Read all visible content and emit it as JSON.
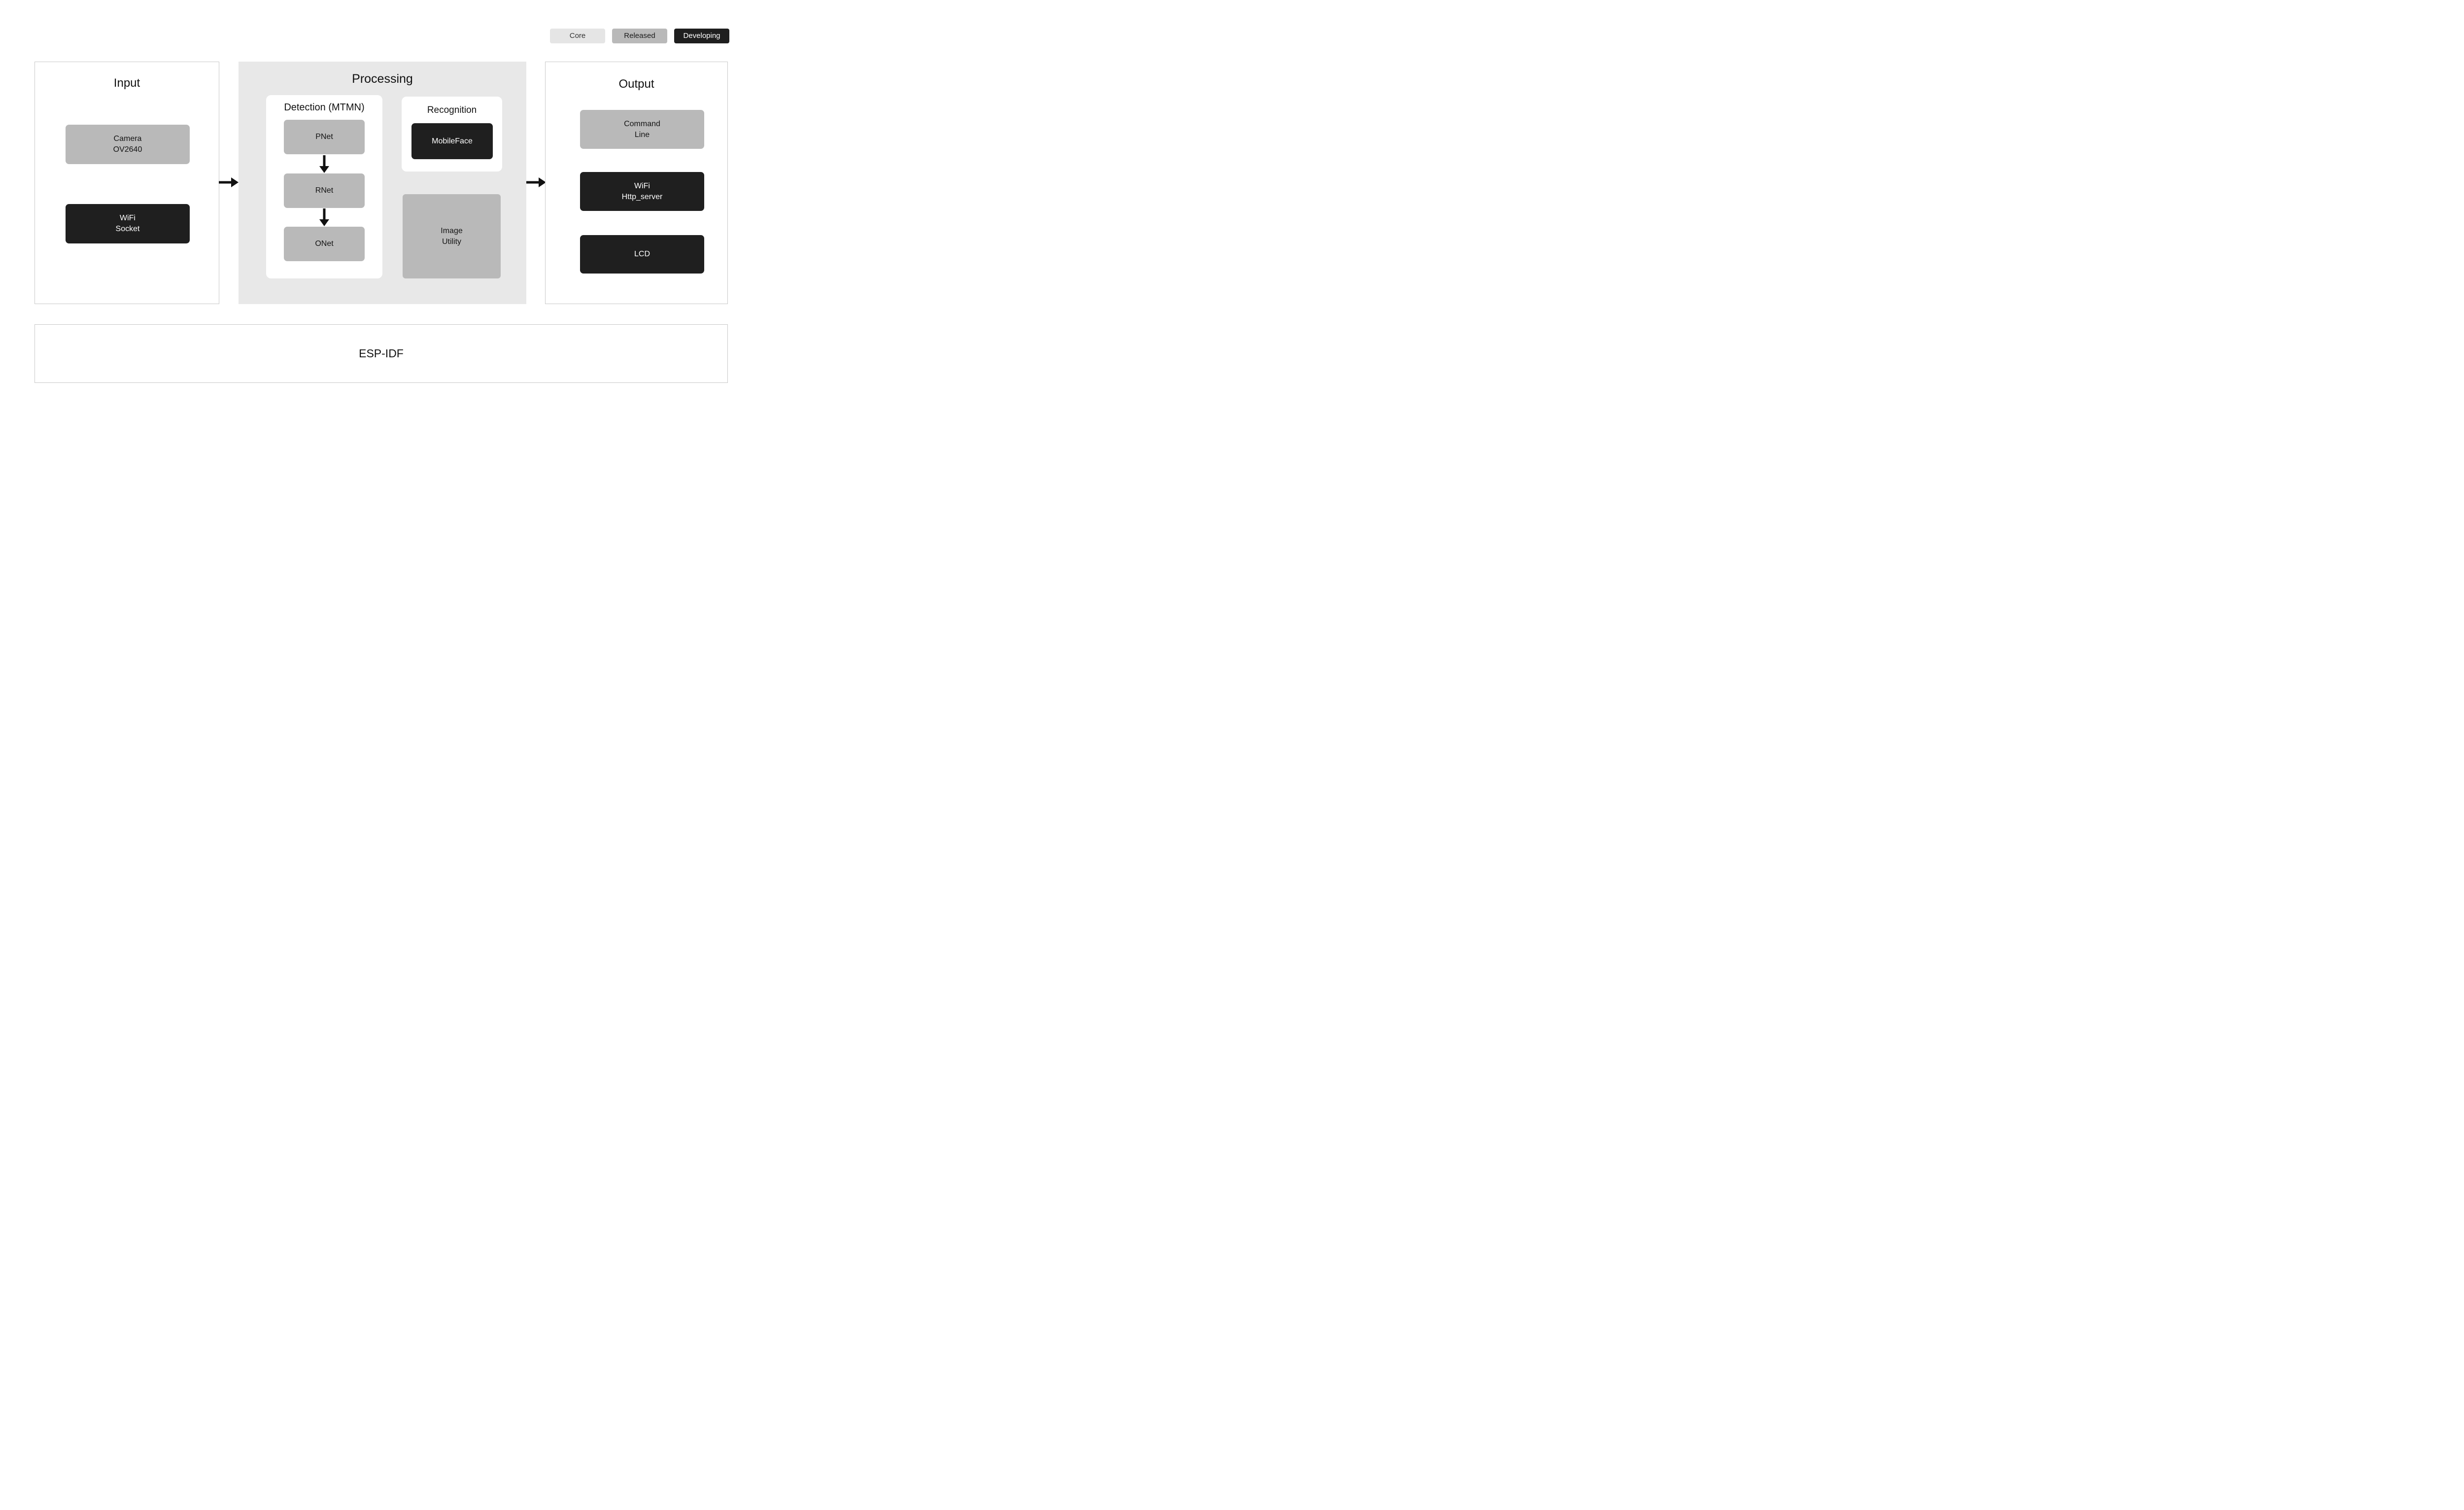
{
  "legend": {
    "items": [
      {
        "label": "Core",
        "type": "core"
      },
      {
        "label": "Released",
        "type": "released"
      },
      {
        "label": "Developing",
        "type": "developing"
      }
    ]
  },
  "colors": {
    "core": "#e5e5e5",
    "released": "#b9b9b9",
    "developing": "#1f1f1f",
    "processing_bg": "#e8e8e8"
  },
  "panels": {
    "input": {
      "title": "Input",
      "blocks": [
        {
          "label": "Camera\nOV2640",
          "status": "released"
        },
        {
          "label": "WiFi\nSocket",
          "status": "developing"
        }
      ]
    },
    "processing": {
      "title": "Processing",
      "detection": {
        "title": "Detection (MTMN)",
        "nodes": [
          {
            "label": "PNet",
            "status": "released"
          },
          {
            "label": "RNet",
            "status": "released"
          },
          {
            "label": "ONet",
            "status": "released"
          }
        ]
      },
      "recognition": {
        "title": "Recognition",
        "node": {
          "label": "MobileFace",
          "status": "developing"
        }
      },
      "image_utility": {
        "label": "Image\nUtility",
        "status": "released"
      }
    },
    "output": {
      "title": "Output",
      "blocks": [
        {
          "label": "Command\nLine",
          "status": "released"
        },
        {
          "label": "WiFi\nHttp_server",
          "status": "developing"
        },
        {
          "label": "LCD",
          "status": "developing"
        }
      ]
    },
    "foundation": {
      "title": "ESP-IDF"
    }
  }
}
